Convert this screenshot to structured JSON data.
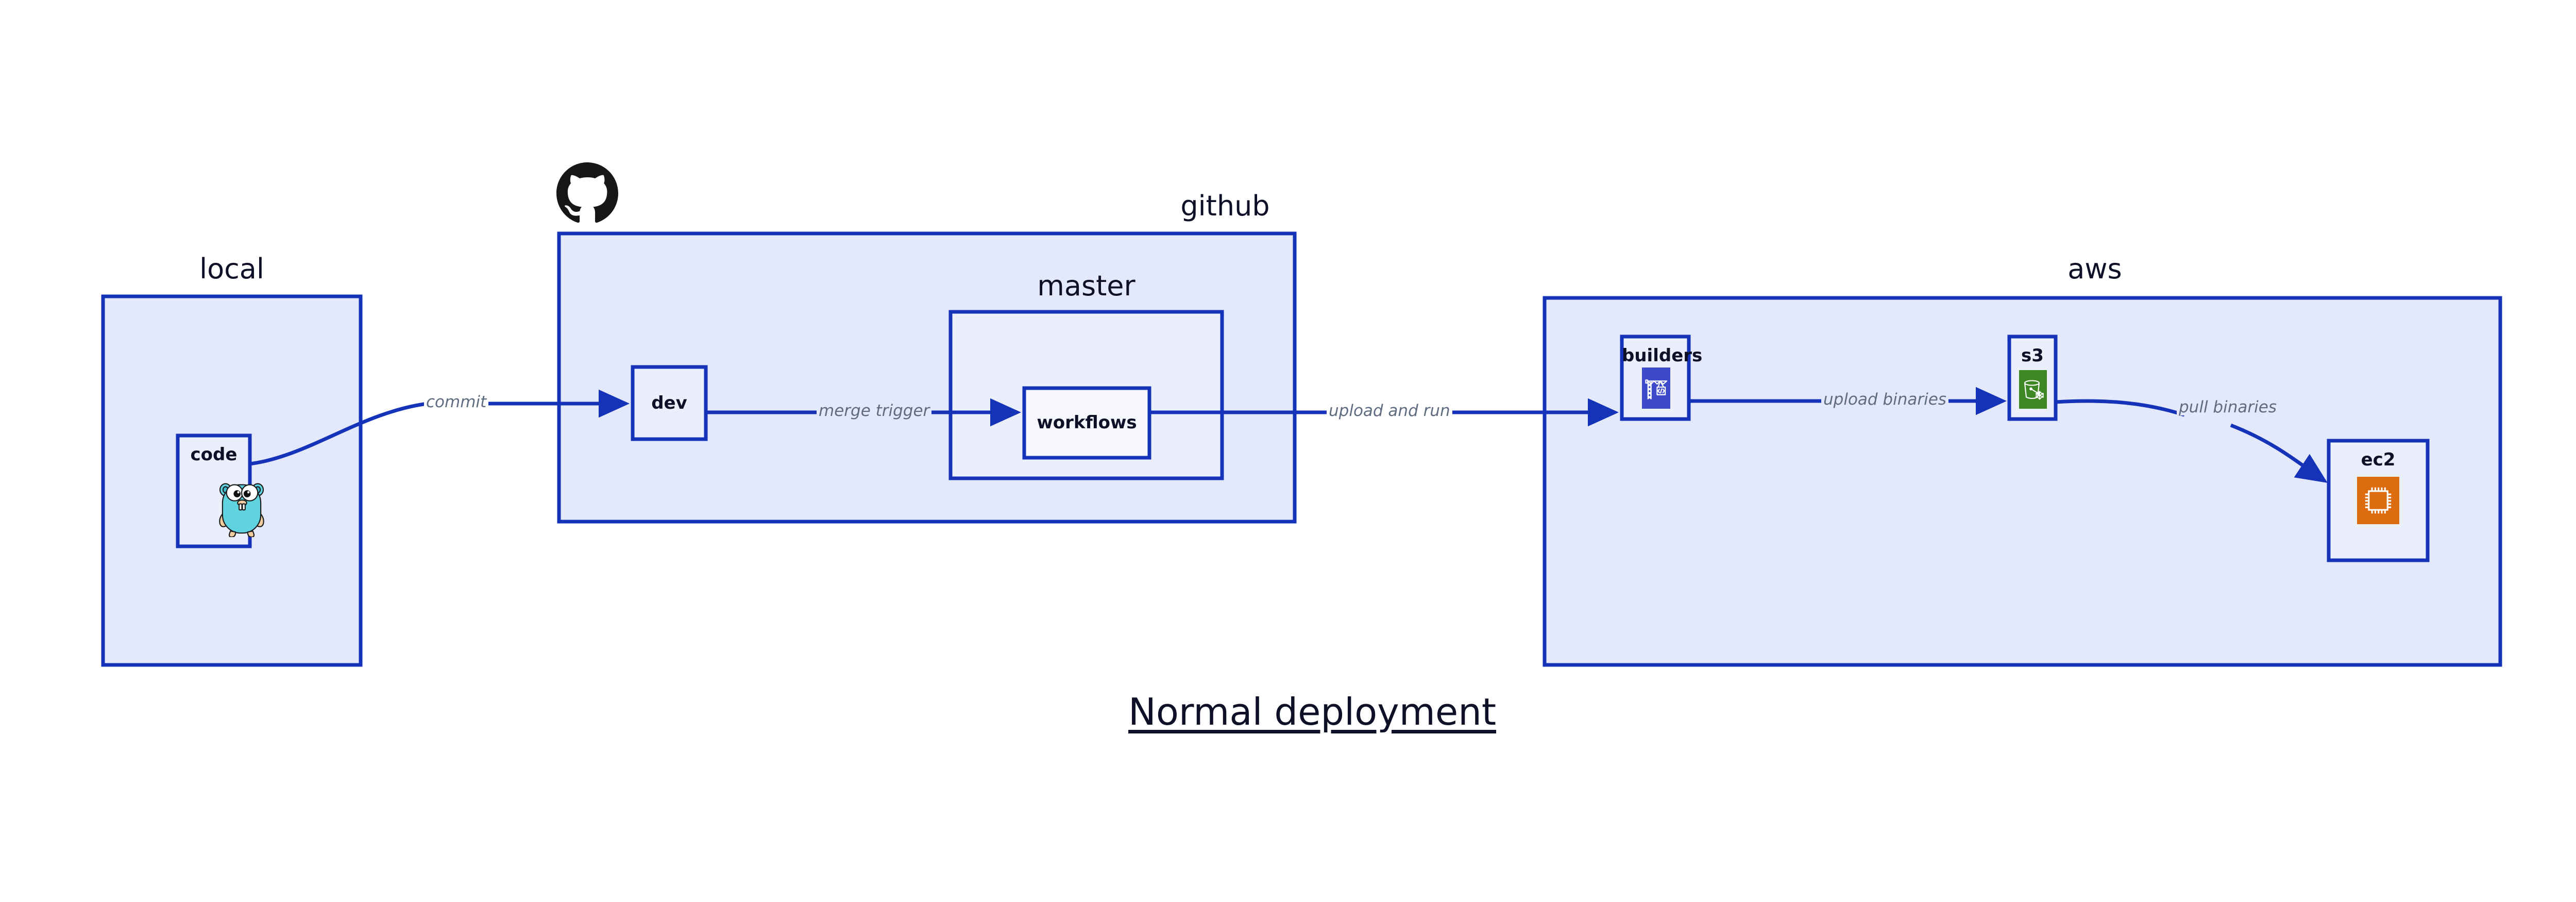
{
  "diagram": {
    "title": "Normal deployment",
    "colors": {
      "border": "#1433b8",
      "group_fill": "#e3e9fb",
      "node_fill": "#eaeffb",
      "leaf_fill": "#f6f8fe",
      "arrow": "#1433b8",
      "edge_label_text": "#5f6b80",
      "label_text": "#0d1026",
      "github_logo": "#181717",
      "builders_icon_bg": "#3c49c8",
      "s3_icon_bg": "#3f8624",
      "ec2_icon_bg": "#dd6b10",
      "gopher_body": "#5fd3e0"
    }
  },
  "groups": [
    {
      "id": "local",
      "label": "local"
    },
    {
      "id": "github",
      "label": "github"
    },
    {
      "id": "master",
      "label": "master"
    },
    {
      "id": "aws",
      "label": "aws"
    }
  ],
  "nodes": [
    {
      "id": "code",
      "label": "code",
      "icon": "go-gopher-icon",
      "group": "local"
    },
    {
      "id": "dev",
      "label": "dev",
      "icon": null,
      "group": "github"
    },
    {
      "id": "workflows",
      "label": "workflows",
      "icon": null,
      "group": "master"
    },
    {
      "id": "builders",
      "label": "builders",
      "icon": "crane-code-icon",
      "group": "aws"
    },
    {
      "id": "s3",
      "label": "s3",
      "icon": "s3-bucket-icon",
      "group": "aws"
    },
    {
      "id": "ec2",
      "label": "ec2",
      "icon": "cpu-chip-icon",
      "group": "aws"
    }
  ],
  "edges": [
    {
      "id": "commit",
      "label": "commit",
      "from": "code",
      "to": "dev"
    },
    {
      "id": "merge-trigger",
      "label": "merge trigger",
      "from": "dev",
      "to": "workflows"
    },
    {
      "id": "upload-and-run",
      "label": "upload and run",
      "from": "workflows",
      "to": "builders"
    },
    {
      "id": "upload-binaries",
      "label": "upload binaries",
      "from": "builders",
      "to": "s3"
    },
    {
      "id": "pull-binaries",
      "label": "pull binaries",
      "from": "s3",
      "to": "ec2"
    }
  ],
  "logos": [
    {
      "id": "github-logo",
      "name": "github-octocat-icon",
      "for_group": "github"
    }
  ]
}
